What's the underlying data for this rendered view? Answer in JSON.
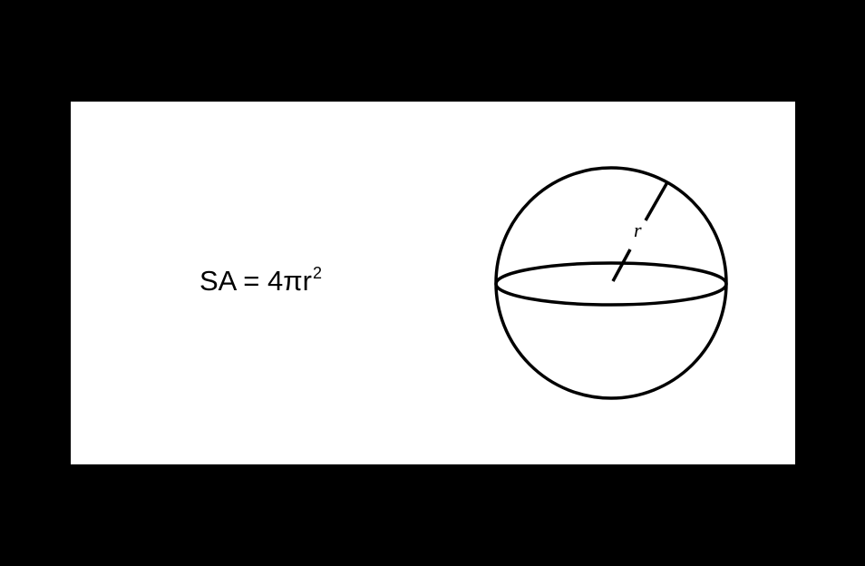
{
  "formula": {
    "main": "SA = 4πr",
    "exponent": "2"
  },
  "sphere": {
    "radius_label": "r"
  },
  "colors": {
    "background": "#000000",
    "panel": "#ffffff",
    "stroke": "#000000"
  }
}
